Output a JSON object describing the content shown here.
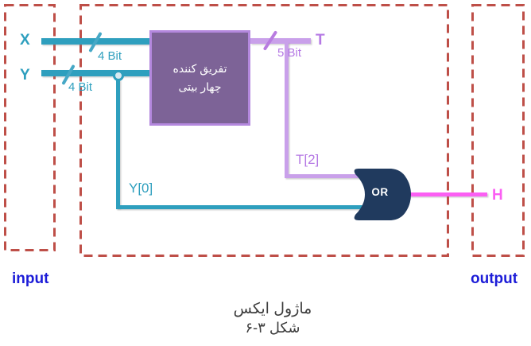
{
  "diagram": {
    "inputs": {
      "x_label": "X",
      "y_label": "Y",
      "x_bus_width": "4 Bit",
      "y_bus_width": "4 Bit"
    },
    "subtractor": {
      "title_line1": "تفریق کننده",
      "title_line2": "چهار بیتی"
    },
    "outputs": {
      "t_label": "T",
      "t_bus_width": "5 Bit",
      "t2_label": "T[2]",
      "y0_label": "Y[0]",
      "h_label": "H"
    },
    "gate": {
      "label": "OR"
    },
    "regions": {
      "input_label": "input",
      "output_label": "output"
    },
    "caption": {
      "line1": "ماژول ایکس",
      "line2": "شکل ۳-۶"
    }
  },
  "colors": {
    "region_border_red": "#BE4F48",
    "bus_teal": "#2E9FBE",
    "wire_purple": "#C9A0EA",
    "text_purple": "#B579E4",
    "module_fill": "#7D6397",
    "module_border": "#B488DE",
    "gate_navy": "#203A5E",
    "wire_magenta": "#FB5FF3",
    "region_label_blue": "#1C1CD8",
    "caption_gray": "#3D3D3D"
  }
}
